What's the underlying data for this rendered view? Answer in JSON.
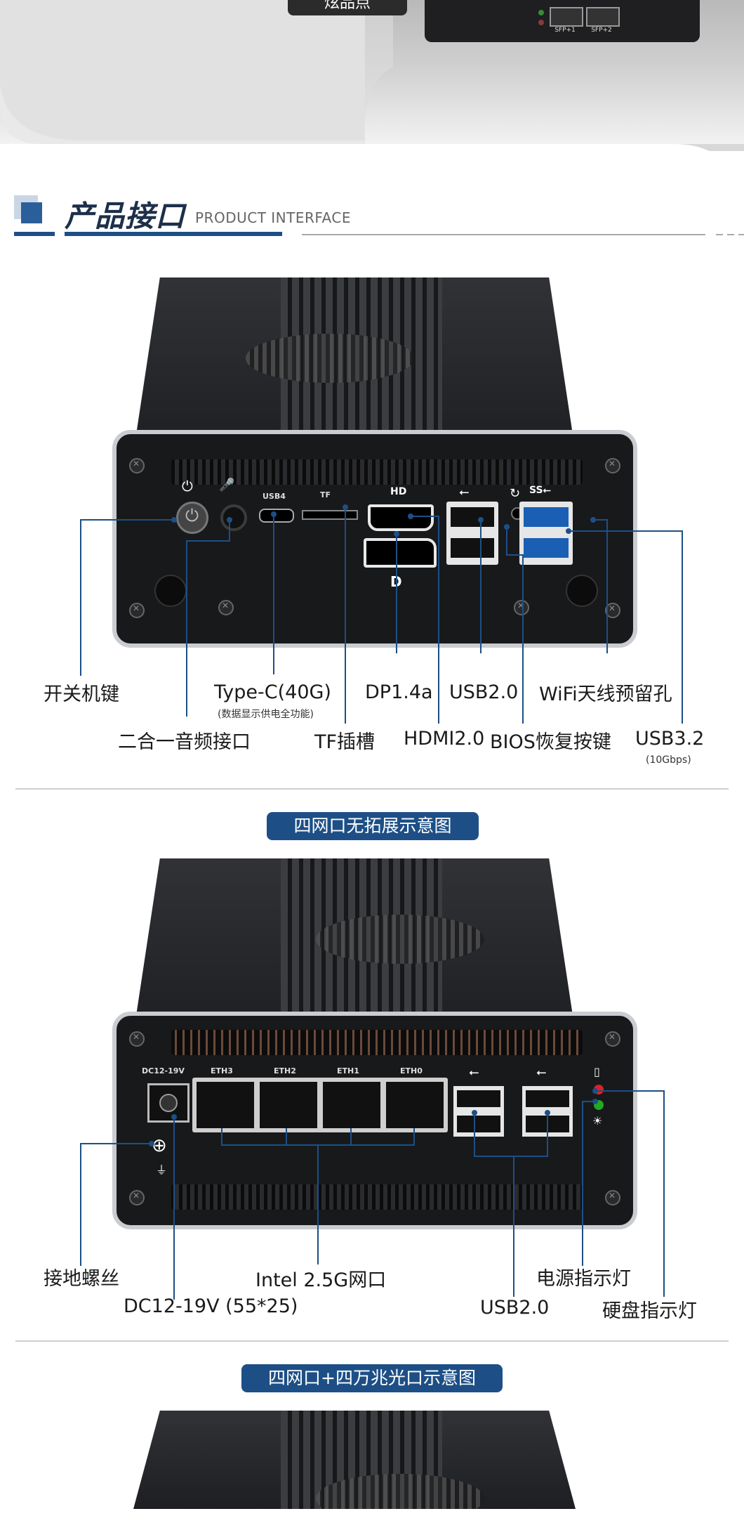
{
  "top": {
    "tag": "炫品点",
    "sfp_labels": [
      "SFP+1",
      "SFP+2"
    ]
  },
  "section": {
    "title_zh": "产品接口",
    "title_en": "PRODUCT INTERFACE"
  },
  "device1": {
    "port_labels": {
      "usb4": "USB4",
      "tf": "TF"
    },
    "labels": {
      "power": "开关机键",
      "typec": "Type-C(40G)",
      "typec_sub": "(数据显示供电全功能)",
      "dp": "DP1.4a",
      "usb20": "USB2.0",
      "wifi": "WiFi天线预留孔",
      "audio": "二合一音频接口",
      "tf": "TF插槽",
      "hdmi": "HDMI2.0",
      "bios": "BIOS恢复按键",
      "usb32": "USB3.2",
      "usb32_sub": "(10Gbps)"
    }
  },
  "pill1": "四网口无拓展示意图",
  "device2": {
    "port_labels": {
      "dc": "DC12-19V",
      "eth3": "ETH3",
      "eth2": "ETH2",
      "eth1": "ETH1",
      "eth0": "ETH0"
    },
    "labels": {
      "ground": "接地螺丝",
      "intel": "Intel 2.5G网口",
      "power_led": "电源指示灯",
      "dc": "DC12-19V (55*25)",
      "usb20": "USB2.0",
      "hdd_led": "硬盘指示灯"
    }
  },
  "pill2": "四网口+四万兆光口示意图",
  "colors": {
    "accent": "#1d4f86",
    "device": "#18191b",
    "line": "#1d4f86"
  }
}
